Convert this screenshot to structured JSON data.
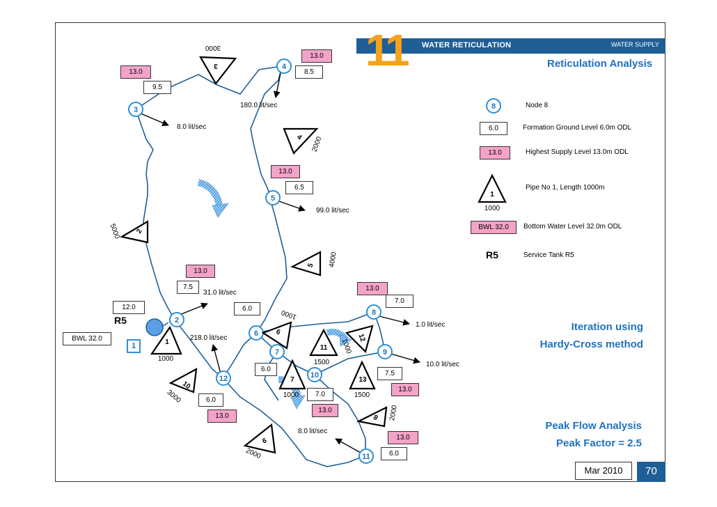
{
  "header": {
    "number": "11",
    "left_title": "WATER RETICULATION",
    "right_title": "WATER SUPPLY",
    "title": "Reticulation Analysis"
  },
  "notes": {
    "iteration_line1": "Iteration  using",
    "iteration_line2": "Hardy-Cross method",
    "peak_line1": "Peak Flow Analysis",
    "peak_line2": "Peak Factor = 2.5"
  },
  "footer": {
    "date": "Mar 2010",
    "page": "70"
  },
  "legend": {
    "node_num": "8",
    "node_text": "Node 8",
    "ground_val": "6.0",
    "ground_text": "Formation Ground Level 6.0m ODL",
    "supply_val": "13.0",
    "supply_text": "Highest Supply Level 13.0m ODL",
    "pipe_num": "1",
    "pipe_len": "1000",
    "pipe_text": "Pipe No 1, Length 1000m",
    "bwl_val": "BWL 32.0",
    "bwl_text": "Bottom Water Level 32.0m ODL",
    "tank_val": "R5",
    "tank_text": "Service Tank R5"
  },
  "nodes": [
    {
      "id": "3",
      "label": "3"
    },
    {
      "id": "4",
      "label": "4"
    },
    {
      "id": "5",
      "label": "5"
    },
    {
      "id": "2",
      "label": "2"
    },
    {
      "id": "6",
      "label": "6"
    },
    {
      "id": "7",
      "label": "7"
    },
    {
      "id": "8",
      "label": "8"
    },
    {
      "id": "9",
      "label": "9"
    },
    {
      "id": "10",
      "label": "10"
    },
    {
      "id": "11",
      "label": "11"
    },
    {
      "id": "12",
      "label": "12"
    }
  ],
  "pipes": [
    {
      "num": "3",
      "len": "3000"
    },
    {
      "num": "4",
      "len": "2000"
    },
    {
      "num": "2",
      "len": "5000"
    },
    {
      "num": "5",
      "len": "4000"
    },
    {
      "num": "9",
      "len": "1000"
    },
    {
      "num": "1",
      "len": "1000"
    },
    {
      "num": "11",
      "len": "1500"
    },
    {
      "num": "12",
      "len": "1000"
    },
    {
      "num": "10",
      "len": "3000"
    },
    {
      "num": "7",
      "len": "1000"
    },
    {
      "num": "13",
      "len": "1500"
    },
    {
      "num": "8",
      "len": "2000"
    },
    {
      "num": "6",
      "len": "2000"
    }
  ],
  "levels": {
    "n3_supply": "13.0",
    "n3_ground": "9.5",
    "n4_supply": "13.0",
    "n4_ground": "8.5",
    "n5_supply": "13.0",
    "n5_ground": "6.5",
    "n2_supply": "13.0",
    "n2_ground": "7.5",
    "n2_left": "12.0",
    "n6_ground": "6.0",
    "n8_supply": "13.0",
    "n8_ground": "7.0",
    "n9_ground": "7.5",
    "n9_supply": "13.0",
    "n7_ground": "6.0",
    "n10_ground": "7.0",
    "n10_supply": "13.0",
    "n12_ground": "6.0",
    "n12_supply": "13.0",
    "n11_supply": "13.0",
    "n11_ground": "6.0"
  },
  "flows": {
    "q3": "8.0 lit/sec",
    "q4": "180.0 lit/sec",
    "q5": "99.0 lit/sec",
    "q2": "31.0 lit/sec",
    "q12": "218.0 lit/sec",
    "q8": "1.0 lit/sec",
    "q9": "10.0 lit/sec",
    "q11": "8.0 lit/sec"
  },
  "tank": {
    "name": "R5",
    "bwl": "BWL 32.0",
    "num": "1"
  },
  "colors": {
    "pipe": "#1f5f96",
    "node": "#2d8fd6",
    "pink": "#f4a3c8",
    "accent": "#f7a21b",
    "header": "#1f5f96",
    "title": "#1f72c0",
    "loop_arrow": "#4da6e6"
  }
}
